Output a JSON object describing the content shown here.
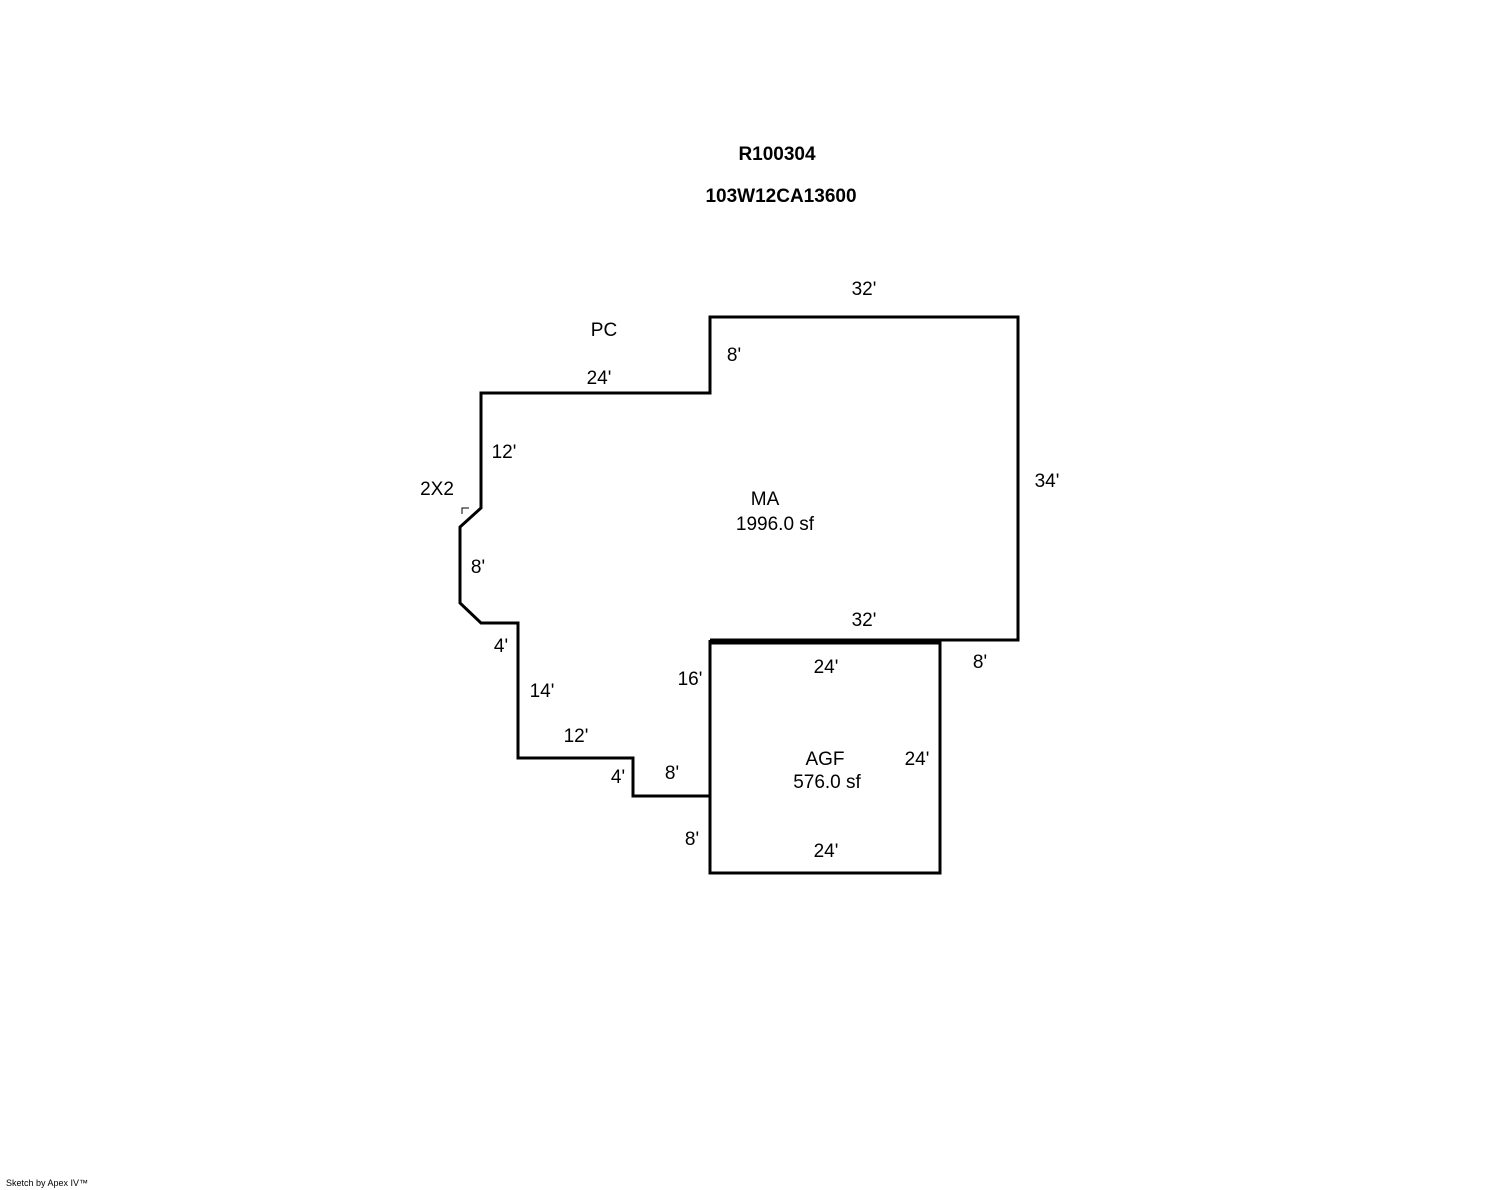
{
  "header": {
    "id_line": "R100304",
    "parcel_line": "103W12CA13600"
  },
  "areas": {
    "ma": {
      "name": "MA",
      "area": "1996.0 sf"
    },
    "agf": {
      "name": "AGF",
      "area": "576.0 sf"
    }
  },
  "annotations": {
    "pc": "PC",
    "porch_2x2": "2X2"
  },
  "dimensions": {
    "ma_top": "32'",
    "ma_right": "34'",
    "ma_step_down": "8'",
    "ma_upper_left_top": "24'",
    "ma_left_upper": "12'",
    "ma_bay_side": "8'",
    "ma_bay_bottom": "4'",
    "ma_left_lower": "14'",
    "ma_lower_step": "12'",
    "ma_small_drop": "4'",
    "ma_small_run": "8'",
    "ma_garage_side": "16'",
    "ma_bottom": "32'",
    "ma_right_bottom": "8'",
    "agf_top": "24'",
    "agf_right": "24'",
    "agf_bottom": "24'",
    "agf_left": "8'"
  },
  "footer": {
    "credit": "Sketch by Apex IV™"
  },
  "colors": {
    "line": "#000000",
    "background": "#ffffff"
  }
}
